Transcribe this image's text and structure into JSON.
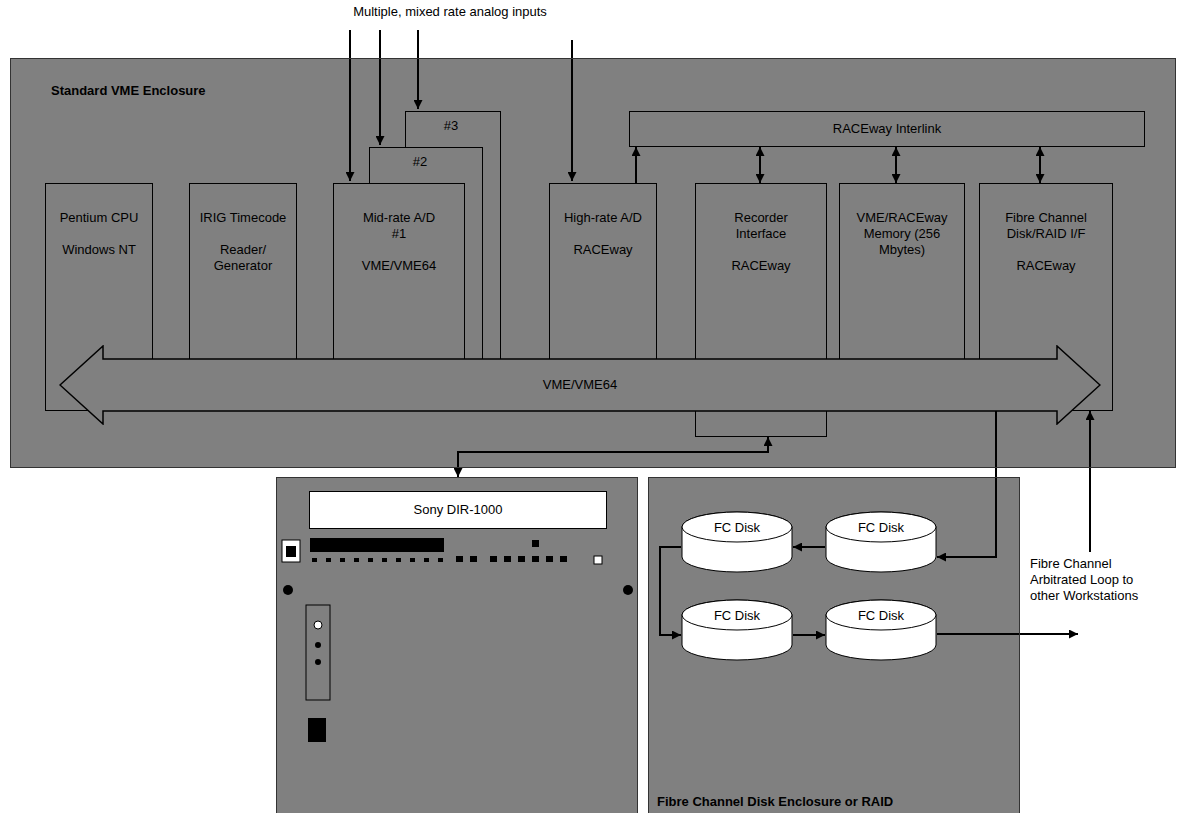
{
  "diagram": {
    "nodes": [
      {
        "text": [
          "Standard VME Enclosure"
        ]
      },
      {
        "text": [
          "Pentium CPU",
          "Windows NT"
        ],
        "in": 0
      },
      {
        "text": [
          "IRIG Timecode",
          "Reader/ Generator"
        ],
        "in": 0
      },
      {
        "text": [
          "#3"
        ],
        "in": 0
      },
      {
        "text": [
          "#2"
        ],
        "in": 0
      },
      {
        "text": [
          "Mid-rate A/D #1",
          "VME/VME64"
        ],
        "in": 0
      },
      {
        "text": [
          "High-rate A/D",
          "RACEway"
        ],
        "in": 0
      },
      {
        "text": [
          "Recorder Interface",
          "RACEway"
        ],
        "in": 0
      },
      {
        "text": [
          "VME/RACEway Memory (256 Mbytes)"
        ],
        "in": 0
      },
      {
        "text": [
          "Fibre Channel Disk/RAID I/F",
          "RACEway"
        ],
        "in": 0
      },
      {
        "text": [
          "RACEway Interlink"
        ],
        "in": 0
      },
      {
        "text": [
          "VME/VME64"
        ],
        "in": 0
      },
      {
        "text": [
          "Sony DIR-1000"
        ]
      },
      {
        "text": [
          "Fibre Channel Disk Enclosure or RAID"
        ]
      },
      {
        "text": [
          "FC Disk"
        ],
        "in": 13
      },
      {
        "text": [
          "FC Disk"
        ],
        "in": 13
      },
      {
        "text": [
          "FC Disk"
        ],
        "in": 13
      },
      {
        "text": [
          "FC Disk"
        ],
        "in": 13
      }
    ],
    "edges": [
      {
        "from": 6,
        "to": 10,
        "arrow": "to"
      },
      {
        "from": 7,
        "to": 10,
        "arrow": "both"
      },
      {
        "from": 8,
        "to": 10,
        "arrow": "both"
      },
      {
        "from": 9,
        "to": 10,
        "arrow": "both"
      },
      {
        "from": 7,
        "to": 12,
        "arrow": "both"
      },
      {
        "from": 9,
        "to": 15,
        "arrow": "to"
      },
      {
        "from": 15,
        "to": 14,
        "arrow": "to"
      },
      {
        "from": 14,
        "to": 16,
        "arrow": "to"
      },
      {
        "from": 16,
        "to": 17,
        "arrow": "to"
      }
    ],
    "labels": [
      "Multiple, mixed rate analog inputs",
      "Fibre Channel Arbitrated Loop to other Workstations"
    ]
  }
}
